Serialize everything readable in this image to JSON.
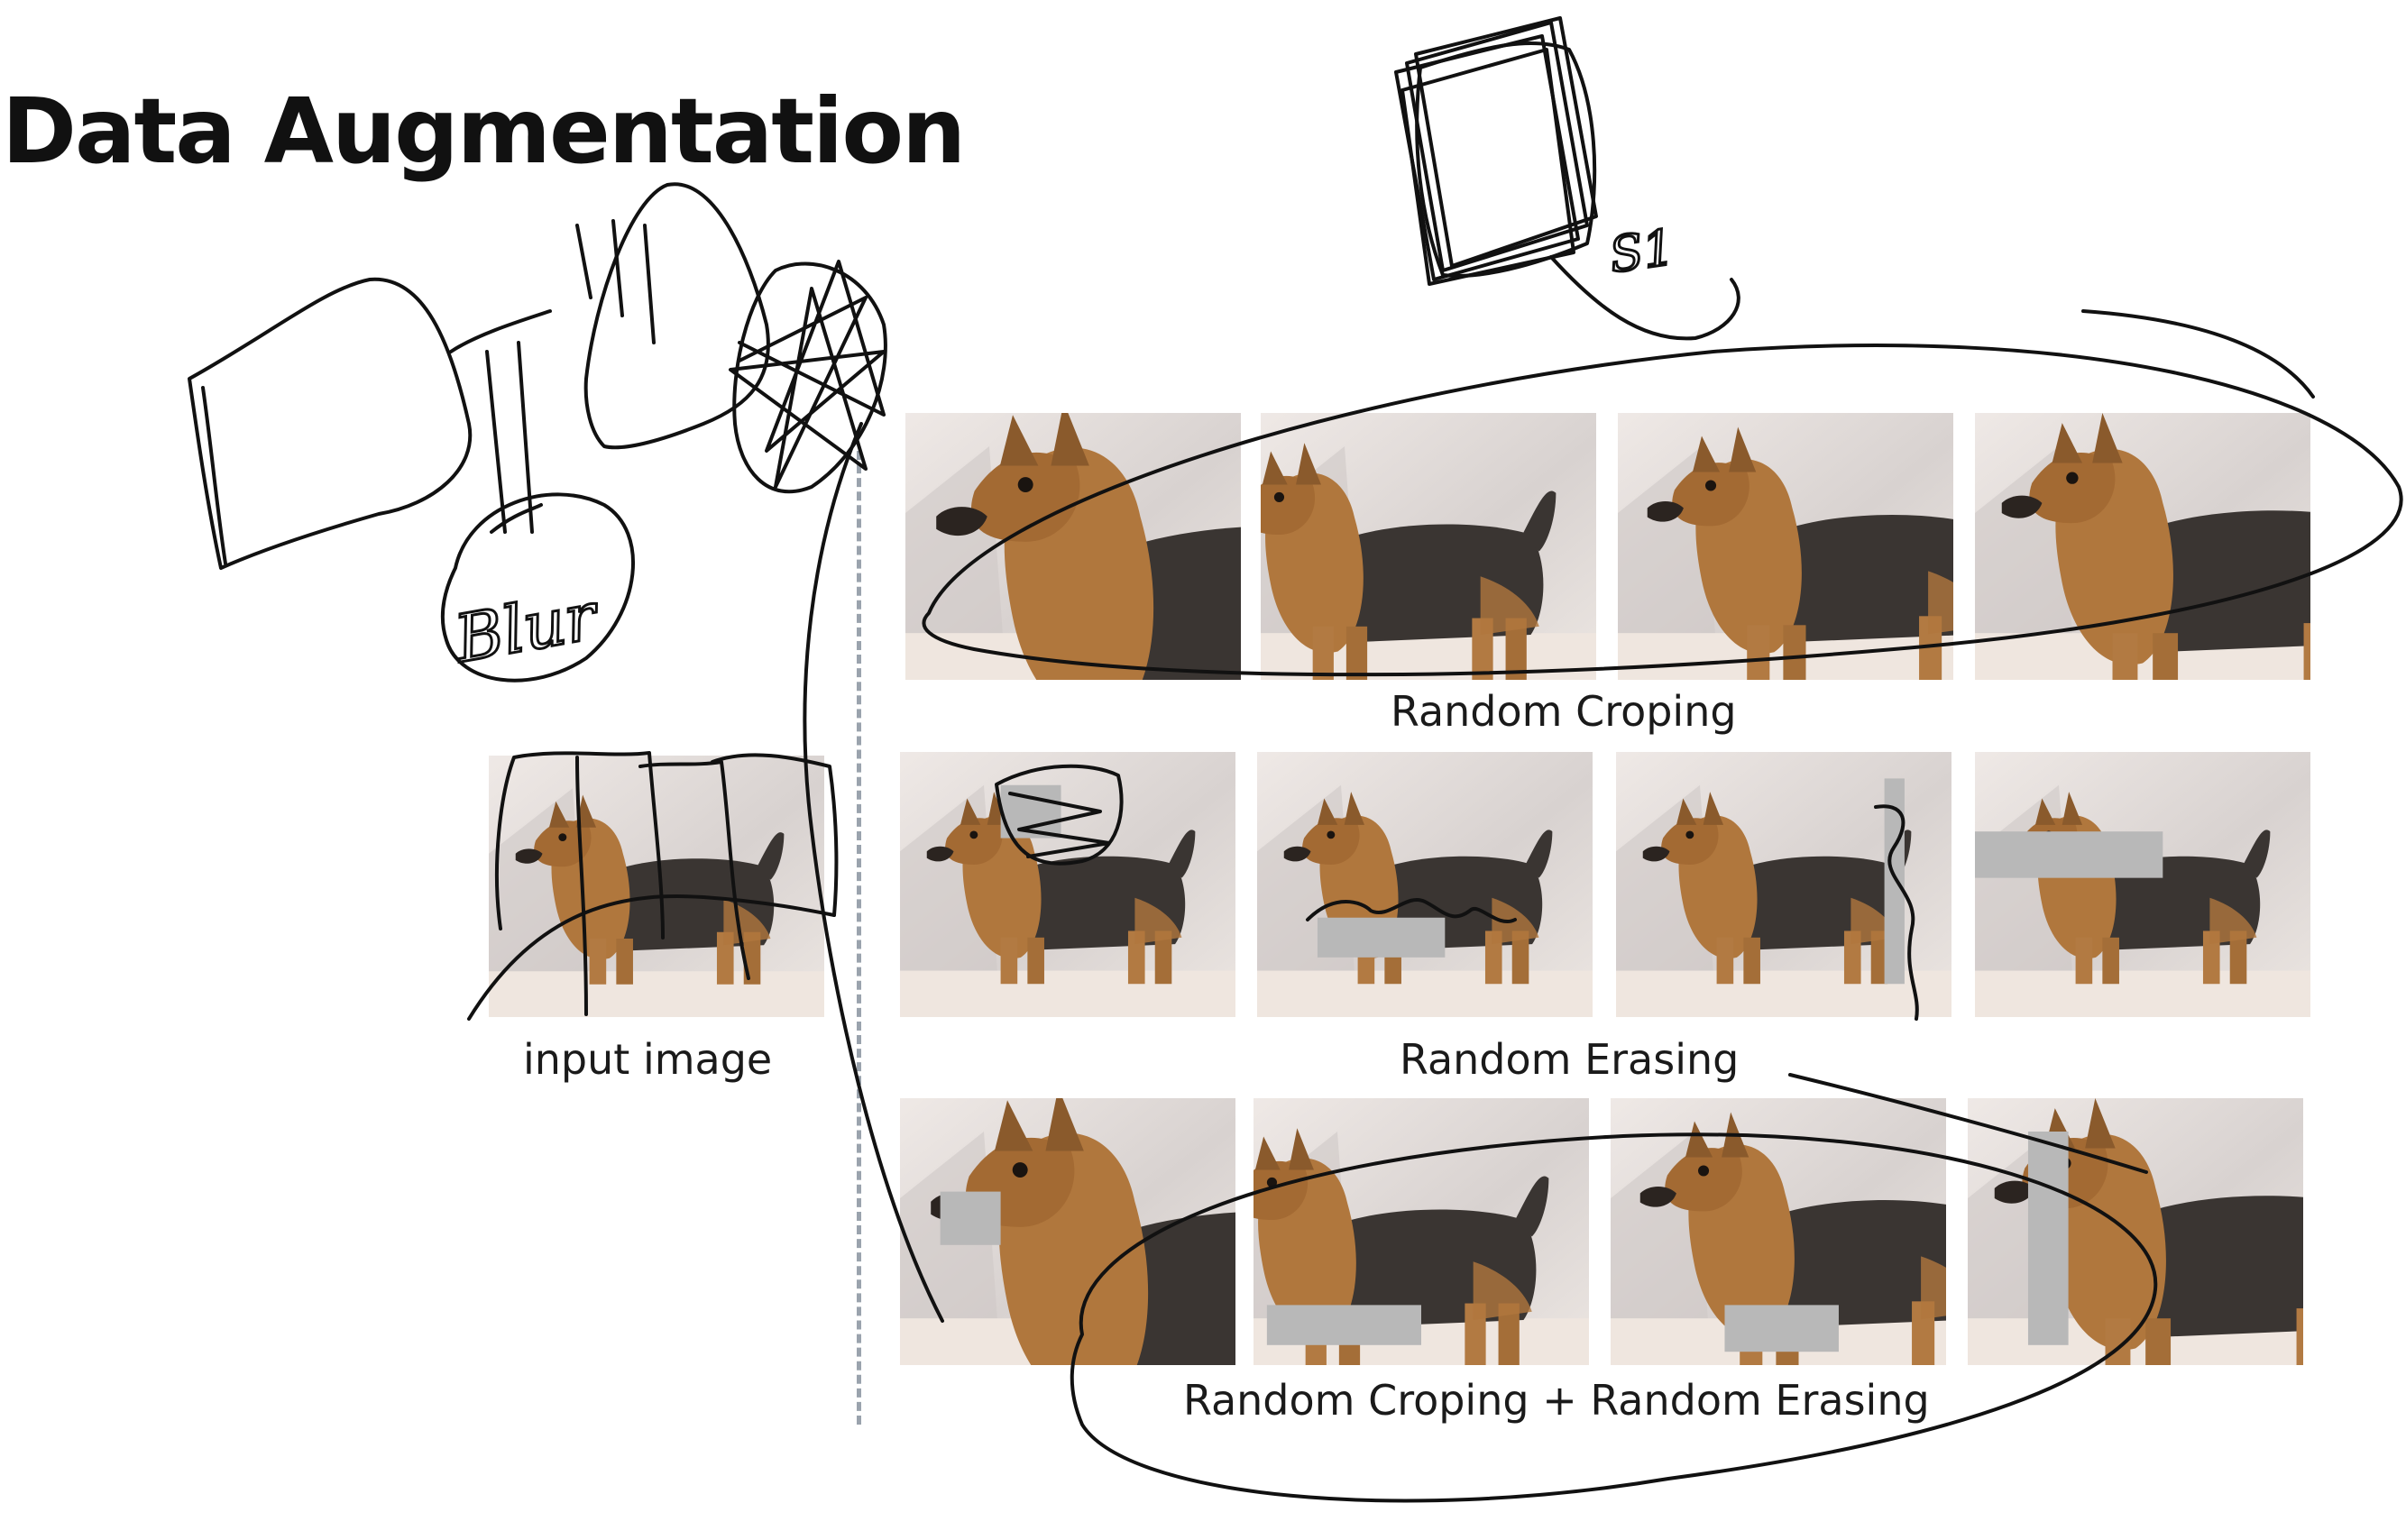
{
  "title": "Data Augmentation",
  "labels": {
    "input": "input image",
    "crop": "Random Croping",
    "erase": "Random Erasing",
    "both": "Random Croping + Random Erasing"
  },
  "annotations": {
    "blur": "Blur",
    "s1": "S1"
  },
  "colors": {
    "erase_patch": "#b8b8b8",
    "ink": "#111111",
    "divider": "#9aa3ad"
  }
}
